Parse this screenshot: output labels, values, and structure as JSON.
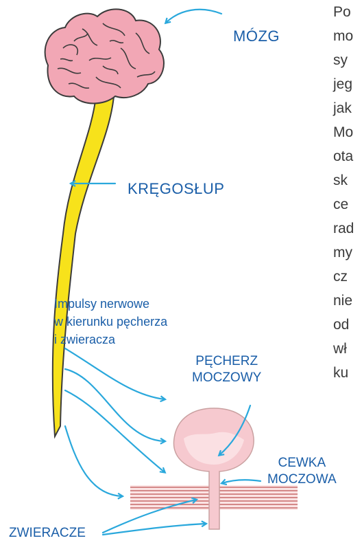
{
  "labels": {
    "brain": "MÓZG",
    "spine": "KRĘGOSŁUP",
    "impulses_line1": "Impulsy nerwowe",
    "impulses_line2": "w kierunku pęcherza",
    "impulses_line3": "i zwieracza",
    "bladder_line1": "PĘCHERZ",
    "bladder_line2": "MOCZOWY",
    "urethra_line1": "CEWKA",
    "urethra_line2": "MOCZOWA",
    "sphincters": "ZWIERACZE"
  },
  "side_text_fragments": [
    "Po",
    "mo",
    "sy",
    "jeg",
    "jak",
    "Mo",
    "ota",
    "sk",
    "ce",
    "rad",
    "my",
    "cz",
    "nie",
    "od",
    "wł",
    "ku"
  ],
  "colors": {
    "label": "#1a5ea8",
    "arrow": "#2aa8dc",
    "spine": "#f7e21b",
    "brain": "#f2a7b5",
    "bladder": "#f6c9cf",
    "muscle_stripes": "#c86a6a"
  }
}
